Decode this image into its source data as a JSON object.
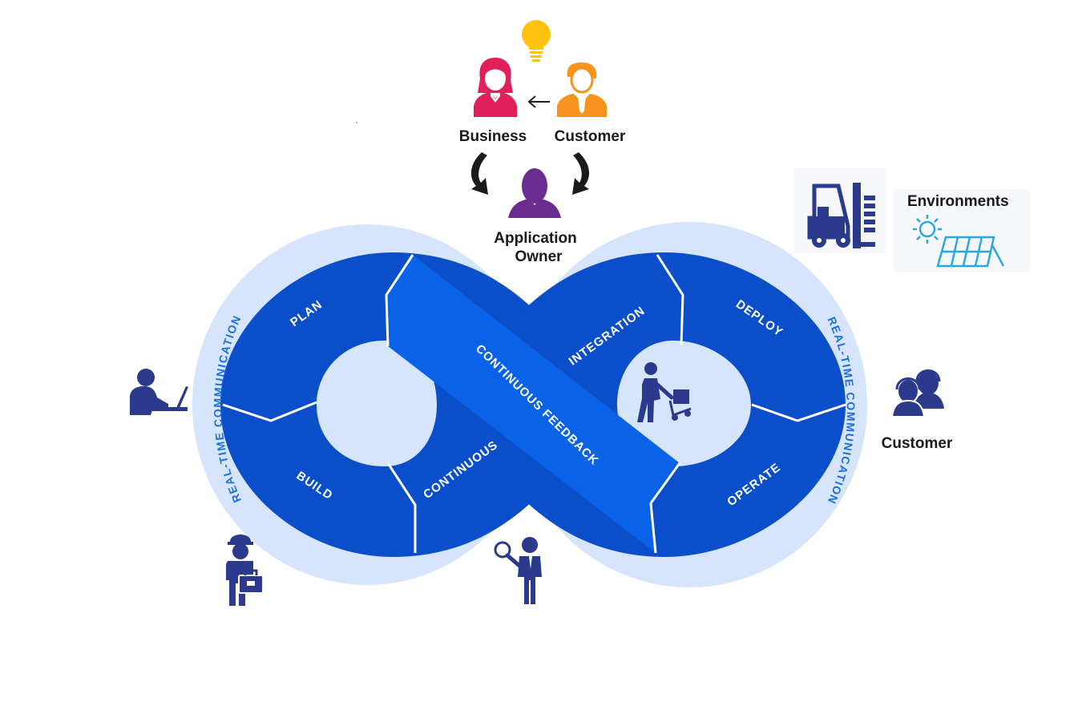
{
  "diagram": {
    "top": {
      "business_label": "Business",
      "customer_label": "Customer",
      "owner_label_line1": "Application",
      "owner_label_line2": "Owner"
    },
    "loop": {
      "plan": "PLAN",
      "build": "BUILD",
      "continuous": "CONTINUOUS",
      "continuous_feedback": "CONTINUOUS FEEDBACK",
      "integration": "INTEGRATION",
      "deploy": "DEPLOY",
      "operate": "OPERATE",
      "ring_left": "REAL-TIME COMMUNICATION",
      "ring_right": "REAL-TIME COMMUNICATION"
    },
    "right": {
      "environments_label": "Environments",
      "customer_label": "Customer"
    },
    "colors": {
      "loop_blue": "#0a4fc9",
      "feedback_blue": "#0a63e6",
      "halo": "#d6e5fb",
      "navy_icon": "#2b3a8c",
      "business_pink": "#e01f5b",
      "customer_orange": "#f7941d",
      "owner_purple": "#6b2c8f",
      "bulb_yellow": "#ffc20e",
      "env_cyan": "#29a8e0"
    }
  }
}
